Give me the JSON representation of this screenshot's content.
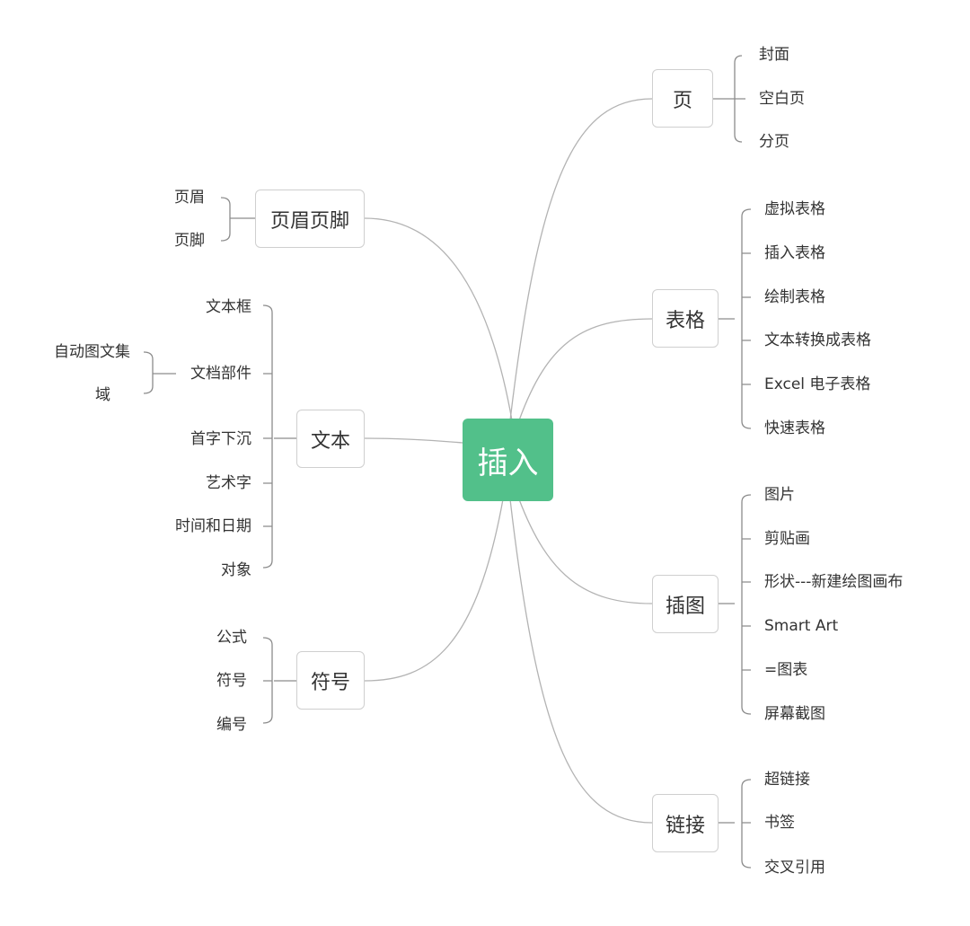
{
  "root": {
    "label": "插入"
  },
  "topics": {
    "page": {
      "label": "页",
      "items": [
        "封面",
        "空白页",
        "分页"
      ]
    },
    "table": {
      "label": "表格",
      "items": [
        "虚拟表格",
        "插入表格",
        "绘制表格",
        "文本转换成表格",
        "Excel 电子表格",
        "快速表格"
      ]
    },
    "illustration": {
      "label": "插图",
      "items": [
        "图片",
        "剪贴画",
        "形状---新建绘图画布",
        "Smart Art",
        "=图表",
        "屏幕截图"
      ]
    },
    "link": {
      "label": "链接",
      "items": [
        "超链接",
        "书签",
        "交叉引用"
      ]
    },
    "header_footer": {
      "label": "页眉页脚",
      "items": [
        "页眉",
        "页脚"
      ]
    },
    "text": {
      "label": "文本",
      "items": [
        "文本框",
        "文档部件",
        "首字下沉",
        "艺术字",
        "时间和日期",
        "对象"
      ],
      "doc_parts_children": [
        "自动图文集",
        "域"
      ]
    },
    "symbol": {
      "label": "符号",
      "items": [
        "公式",
        "符号",
        "编号"
      ]
    }
  },
  "colors": {
    "root_fill": "#52c08a",
    "connector": "#b3b3b3",
    "bracket": "#8c8c8c",
    "topic_border": "#cfcfcf",
    "text": "#333333"
  }
}
